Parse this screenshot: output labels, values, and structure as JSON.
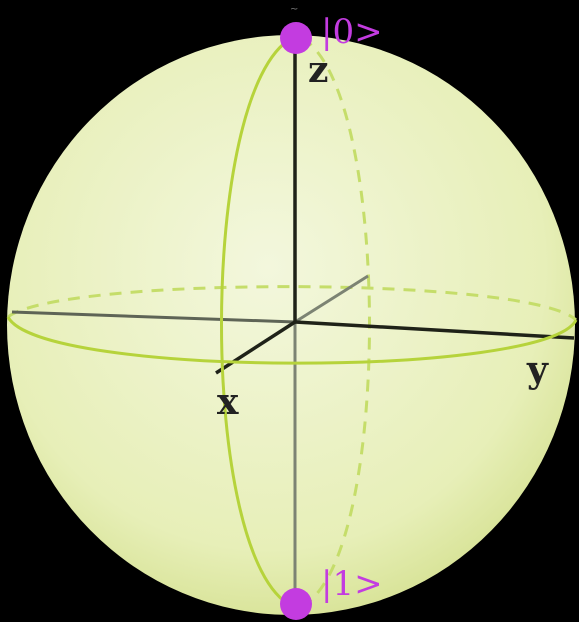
{
  "diagram": {
    "labels": {
      "z": "z",
      "x": "x",
      "y": "y",
      "ket0": "|0>",
      "ket1": "|1>",
      "top_mark": "~"
    },
    "colors": {
      "background": "#000000",
      "sphere_center": "#f3f7dd",
      "sphere_edge": "#d4e08f",
      "circle_solid": "#b6d33b",
      "circle_dashed": "#c5dd6a",
      "axis_dark": "#1f2218",
      "axis_light": "#7c8373",
      "state_point": "#c33ce0",
      "axis_label": "#222222",
      "state_label": "#c33ce0"
    }
  }
}
